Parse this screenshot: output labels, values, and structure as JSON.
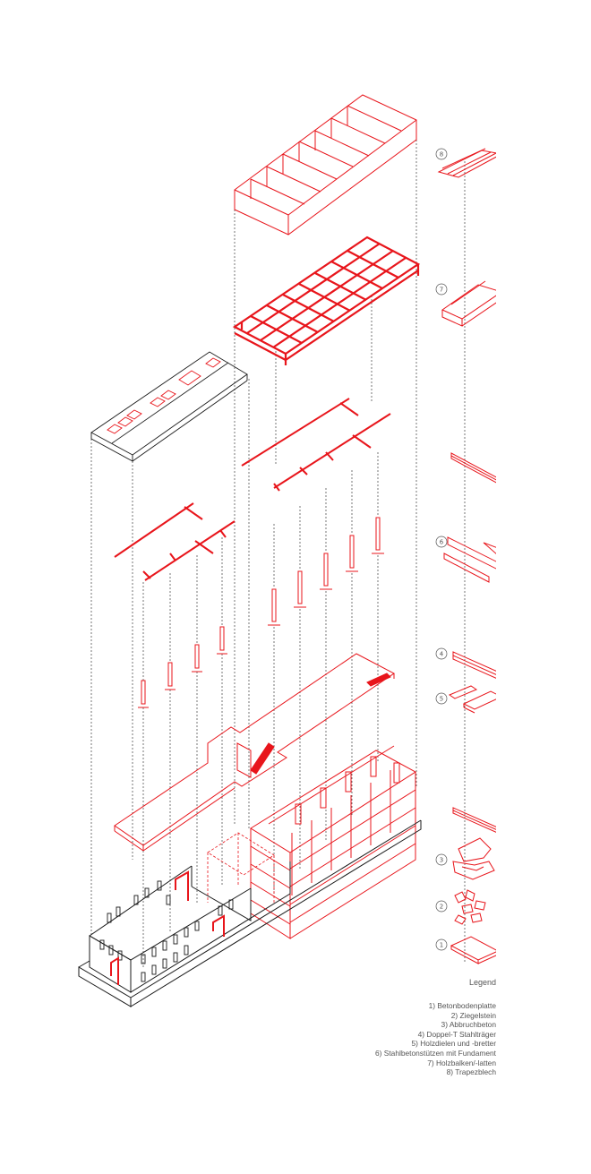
{
  "colors": {
    "red": "#e8151b",
    "black": "#1a1a1a",
    "grey": "#555555"
  },
  "markers": [
    "8",
    "7",
    "6",
    "4",
    "5",
    "3",
    "2",
    "1"
  ],
  "legend": {
    "title": "Legend",
    "items": [
      "1) Betonbodenplatte",
      "2) Ziegelstein",
      "3) Abbruchbeton",
      "4) Doppel-T Stahlträger",
      "5) Holzdielen und -bretter",
      "6) Stahlbetonstützen mit Fundament",
      "7) Holzbalken/-latten",
      "8) Trapezblech"
    ]
  }
}
